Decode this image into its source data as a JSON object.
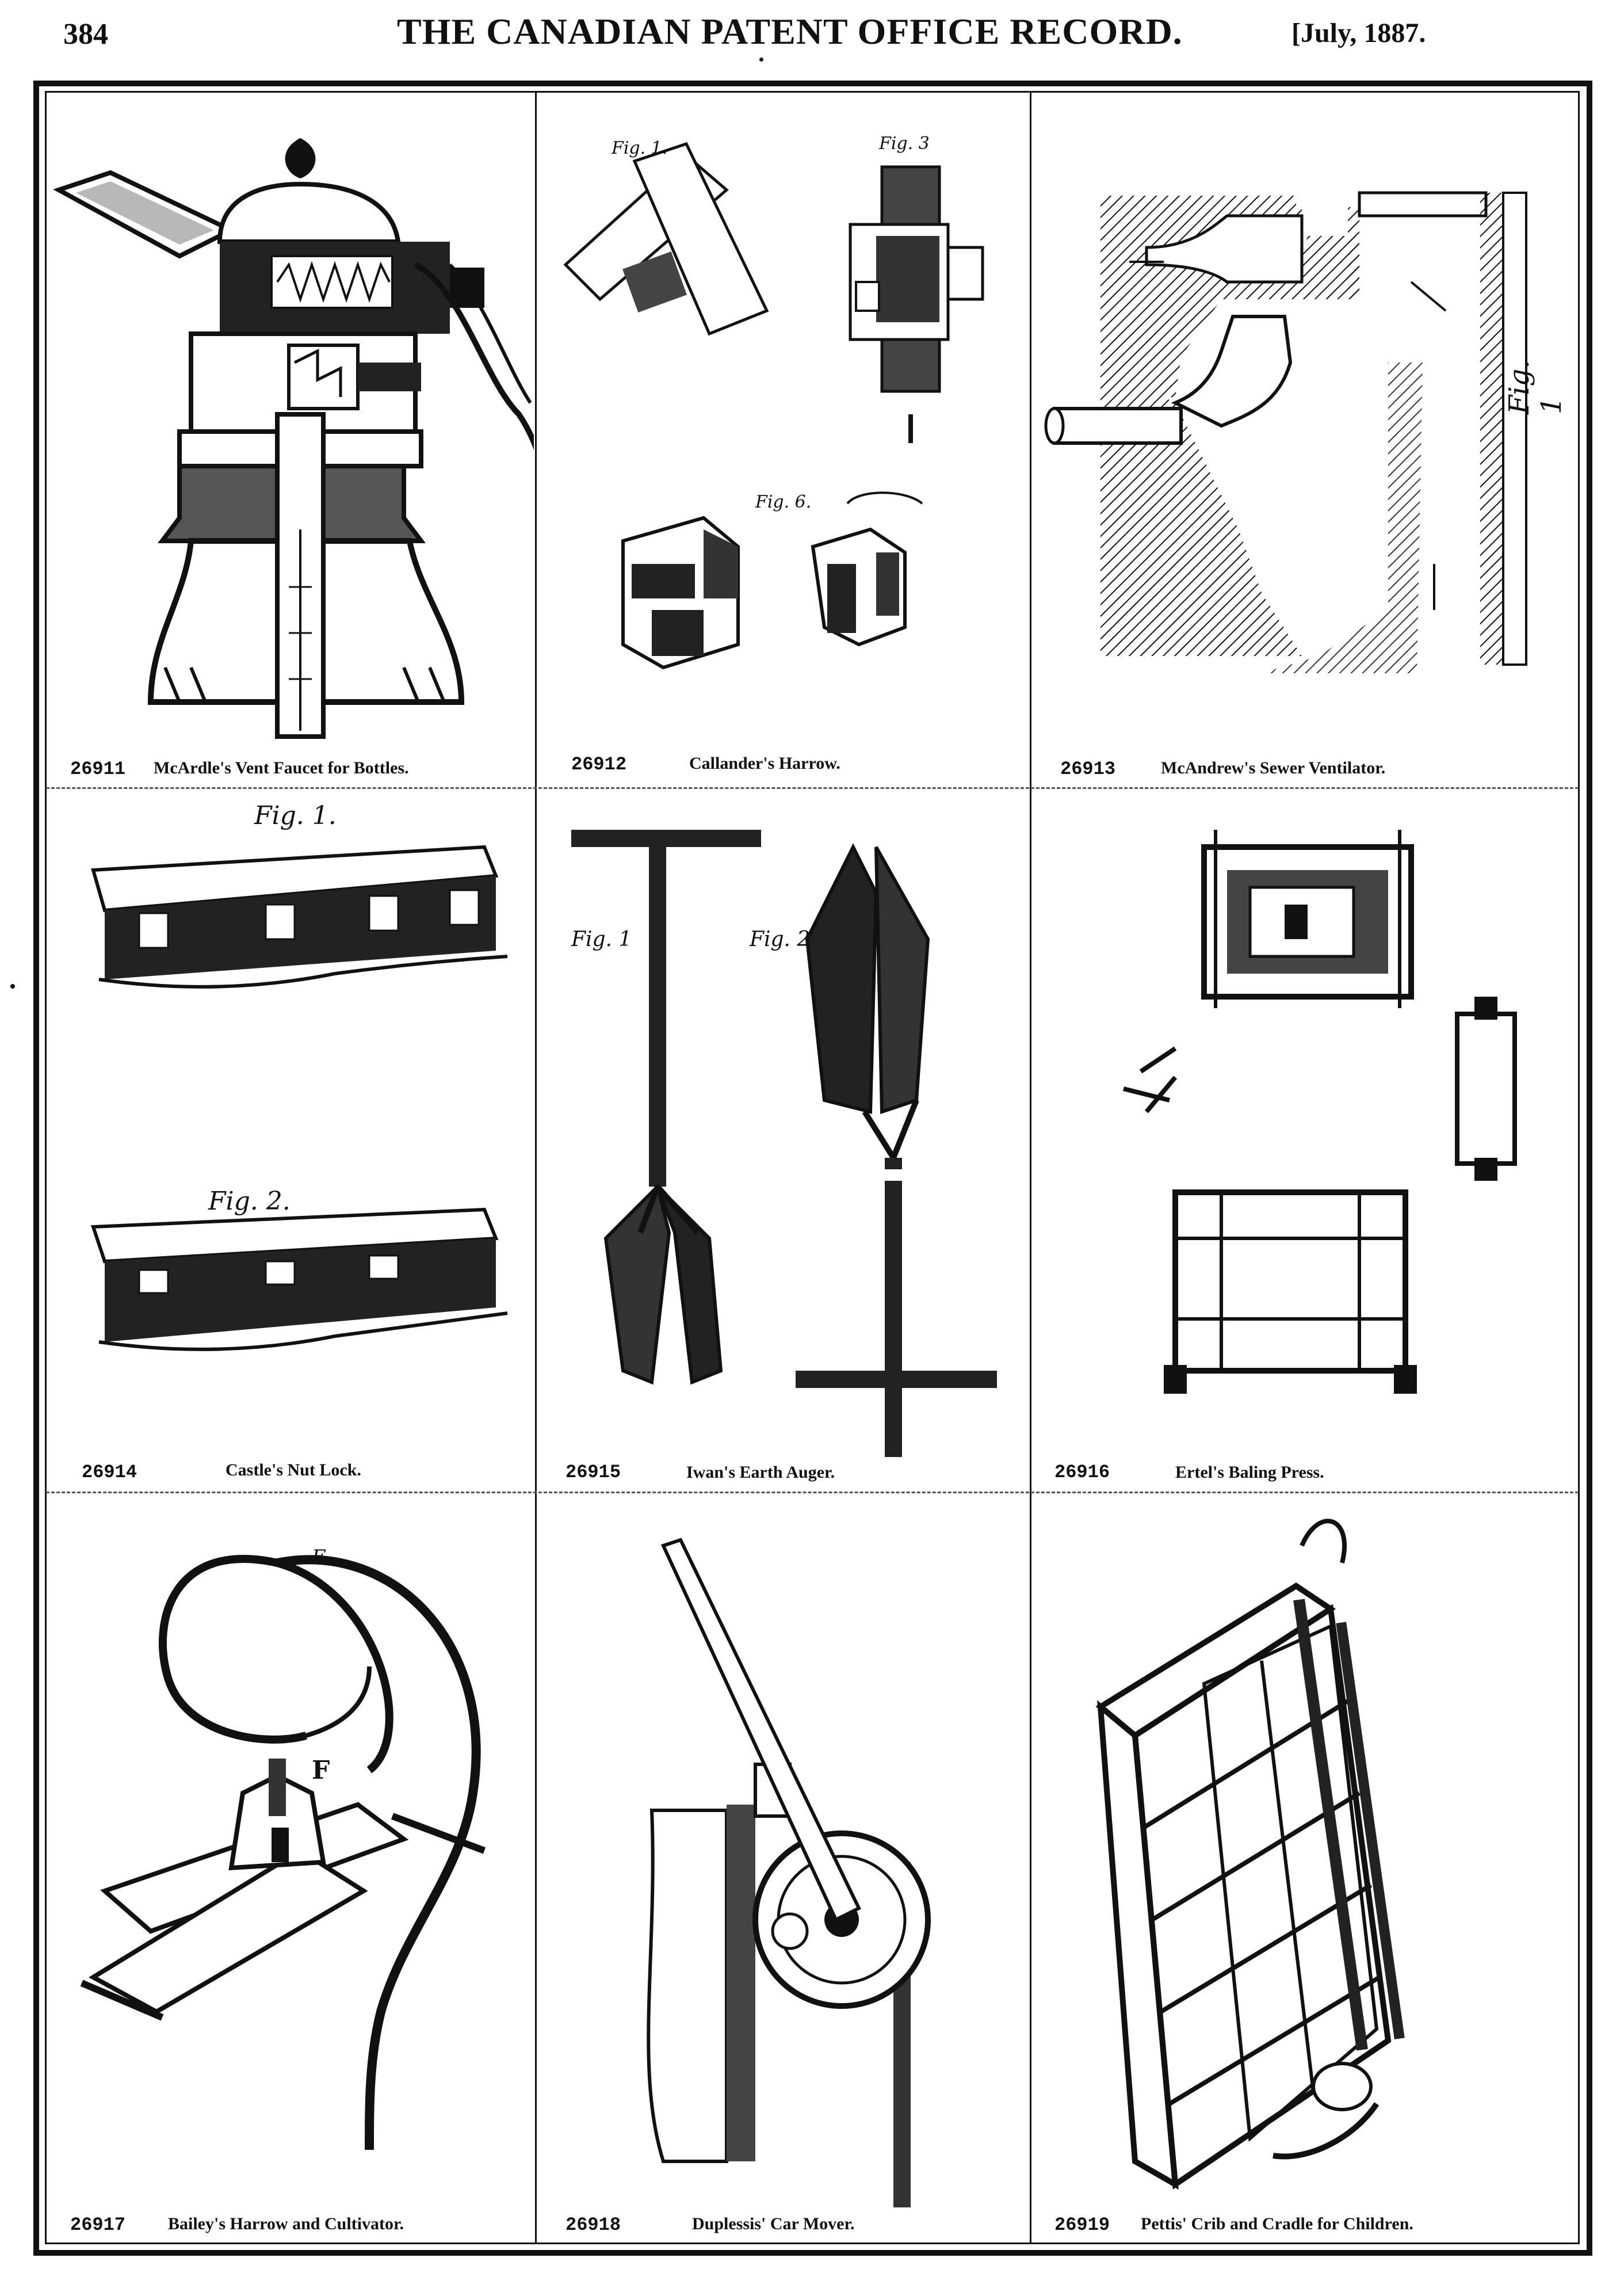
{
  "header": {
    "page_number": "384",
    "journal_title": "THE CANADIAN PATENT OFFICE RECORD.",
    "issue_date": "[July, 1887."
  },
  "patents": [
    {
      "number": "26911",
      "title": "McArdle's Vent Faucet for Bottles."
    },
    {
      "number": "26912",
      "title": "Callander's Harrow."
    },
    {
      "number": "26913",
      "title": "McAndrew's Sewer Ventilator."
    },
    {
      "number": "26914",
      "title": "Castle's Nut Lock."
    },
    {
      "number": "26915",
      "title": "Iwan's Earth Auger."
    },
    {
      "number": "26916",
      "title": "Ertel's Baling Press."
    },
    {
      "number": "26917",
      "title": "Bailey's Harrow and Cultivator."
    },
    {
      "number": "26918",
      "title": "Duplessis' Car Mover."
    },
    {
      "number": "26919",
      "title": "Pettis' Crib and Cradle for Children."
    }
  ],
  "figure_labels": {
    "harrow_fig1": "Fig. 1.",
    "harrow_fig3": "Fig. 3",
    "harrow_fig6": "Fig. 6.",
    "sewer_fig": "Fig. 1",
    "nutlock_fig1": "Fig. 1.",
    "nutlock_fig2": "Fig. 2.",
    "auger_fig1": "Fig. 1",
    "auger_fig2": "Fig. 2",
    "cultivator_F": "F",
    "cultivator_E": "E"
  }
}
